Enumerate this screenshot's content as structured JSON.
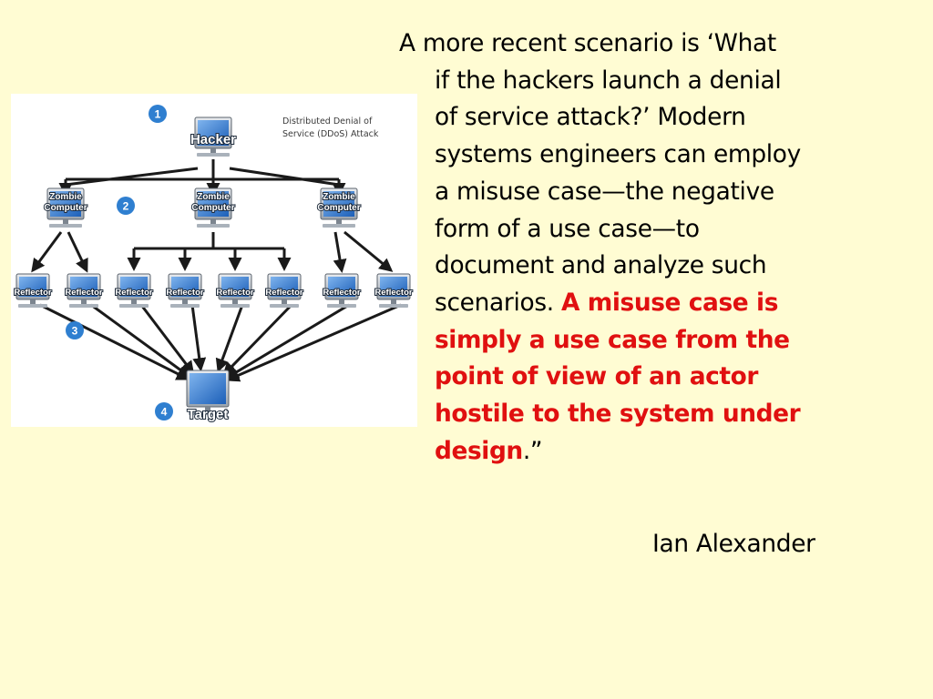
{
  "diagram": {
    "title_line1": "Distributed Denial of",
    "title_line2": "Service (DDoS) Attack",
    "hacker_label": "Hacker",
    "zombie_label_line1": "Zombie",
    "zombie_label_line2": "Computer",
    "reflector_label": "Reflector",
    "target_label": "Target",
    "steps": [
      "1",
      "2",
      "3",
      "4"
    ]
  },
  "quote": {
    "lines": [
      "A more recent scenario is ‘What",
      "if the hackers launch a denial",
      "of service attack?’ Modern",
      "systems engineers can employ",
      "a misuse case—the negative",
      "form of a use case—to",
      "document and analyze such",
      "scenarios. "
    ],
    "emphasis_lines": [
      "A misuse case is",
      "simply a use case from the",
      "point of view of an actor",
      "hostile to the system under",
      "design"
    ],
    "closing": ".”",
    "author": "Ian Alexander"
  },
  "colors": {
    "background": "#fffcd3",
    "emphasis": "#e01010",
    "step_badge": "#2f7fd0",
    "screen": "#2a77cf"
  }
}
